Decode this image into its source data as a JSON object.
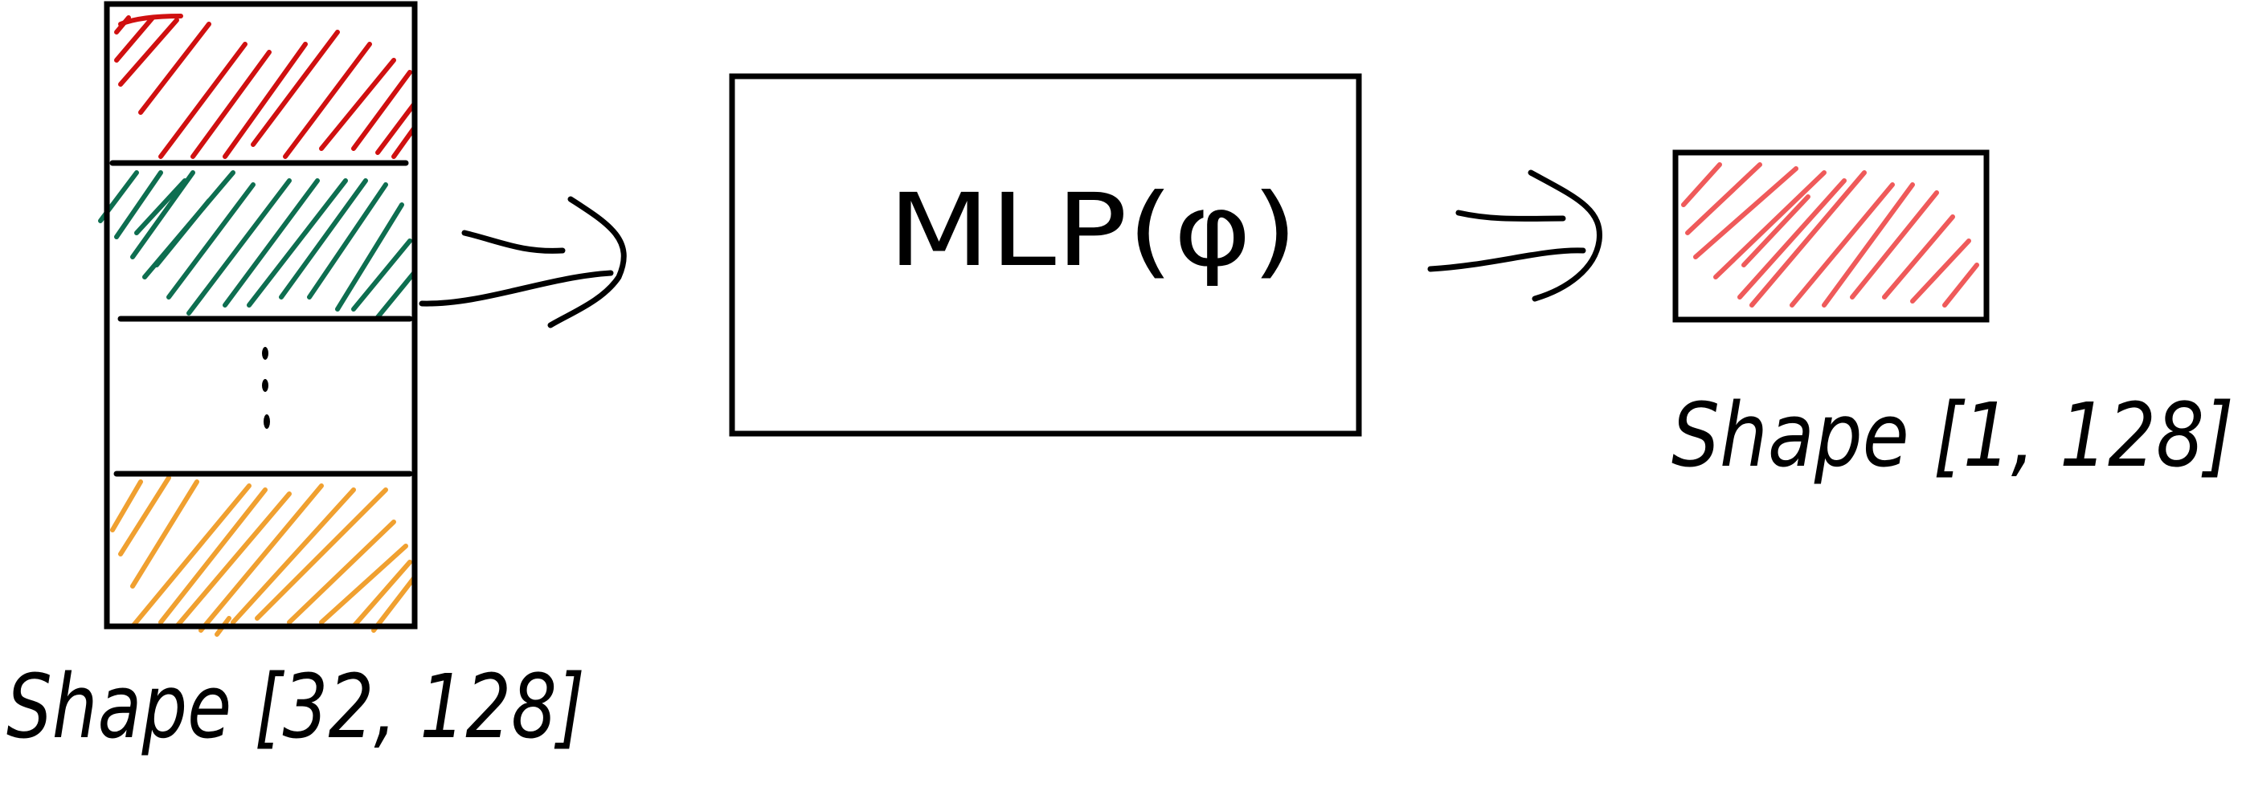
{
  "diagram": {
    "left_stack": {
      "shape_label": "Shape [32, 128]",
      "ellipsis": "⋮",
      "row_colors": {
        "row1": "#d01010",
        "row2": "#0e6e50",
        "row4": "#f0a030"
      }
    },
    "mlp_box": {
      "label": "MLP(φ)"
    },
    "output_box": {
      "shape_label": "Shape [1, 128]",
      "fill_color": "#ef5a5a"
    },
    "stroke_color": "#000000"
  }
}
